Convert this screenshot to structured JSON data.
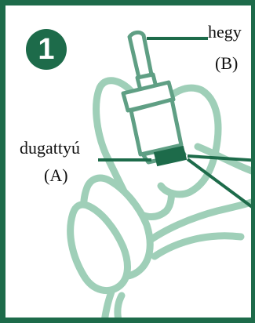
{
  "step": {
    "number": "1"
  },
  "labels": {
    "tip_word": "hegy",
    "tip_letter": "(B)",
    "plunger_word": "dugattyú",
    "plunger_letter": "(A)"
  },
  "colors": {
    "frame": "#1d6b4a",
    "hand_outline": "#9fcfb8",
    "device_outline": "#5f9f84",
    "plunger_band": "#1d6b4a",
    "leader_line": "#1d6b4a"
  },
  "icons": {
    "hand": "hand-holding-device-illustration",
    "device": "nasal-spray-device-illustration"
  }
}
